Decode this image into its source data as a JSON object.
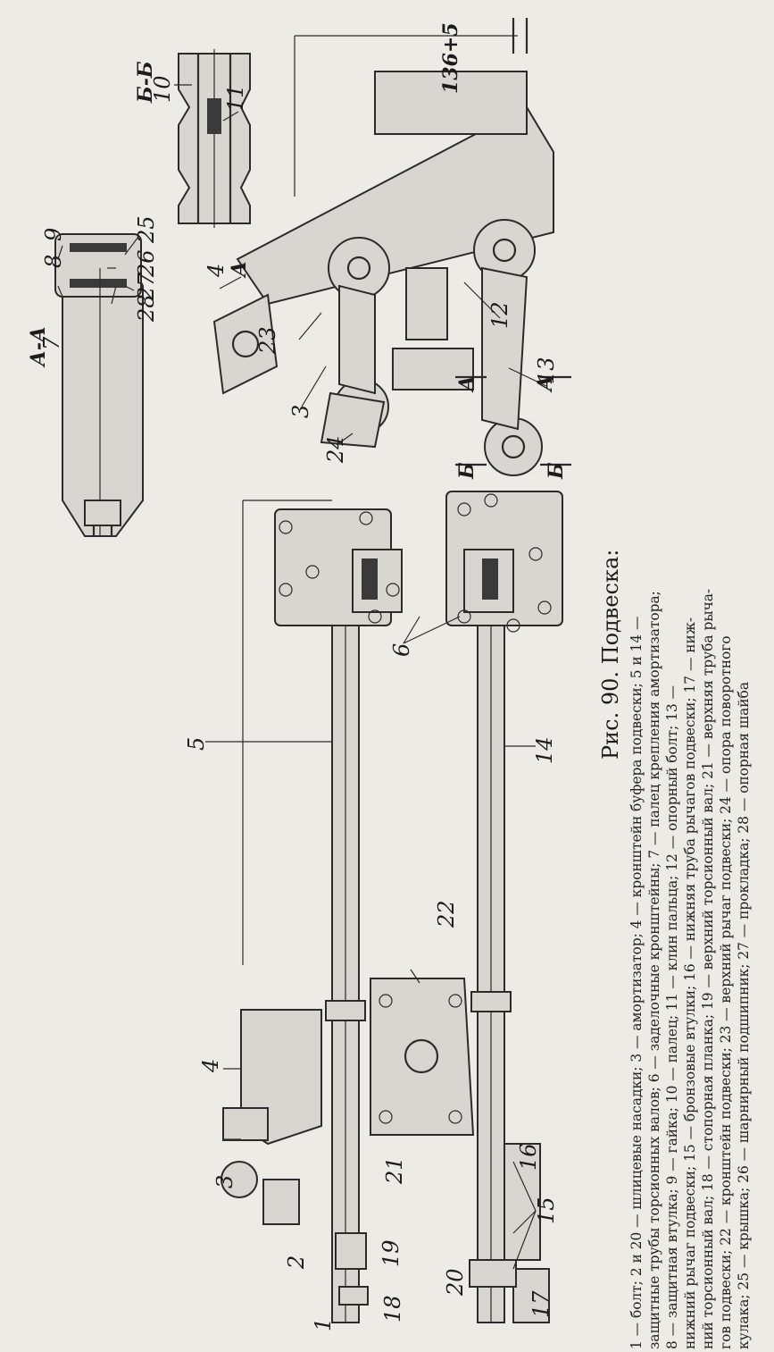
{
  "caption": {
    "title": "Рис. 90. Подвеска:",
    "legend_lines": [
      "1 — болт; 2 и 20 — шлицевые насадки; 3 — амортизатор; 4 — кронштейн буфера подвески; 5 и 14 —",
      "защитные трубы торсионных валов; 6 — заделочные кронштейны; 7 — палец крепления амортизатора;",
      "8 — защитная втулка; 9 — гайка; 10 — палец; 11 — клин пальца; 12 — опорный болт; 13 —",
      "нижний рычаг подвески; 15 — бронзовые втулки; 16 — нижняя труба рычагов подвески; 17 — ниж-",
      "ний торсионный вал; 18 — стопорная планка; 19 — верхний торсионный вал; 21 — верхняя труба рыча-",
      "гов подвески; 22 — кронштейн подвески; 23 — верхний рычаг подвески; 24 — опора поворотного",
      "кулака; 25 — крышка; 26 — шарнирный подшипник; 27 — прокладка; 28 — опорная шайба"
    ]
  },
  "section_labels": {
    "aa": "А-А",
    "bb": "Б-Б",
    "a_marker": "А",
    "b_marker": "Б",
    "dimension": "136+5"
  },
  "callouts": [
    "1",
    "2",
    "3",
    "4",
    "5",
    "6",
    "7",
    "8",
    "9",
    "10",
    "11",
    "12",
    "13",
    "14",
    "15",
    "16",
    "17",
    "18",
    "19",
    "20",
    "21",
    "22",
    "23",
    "24",
    "25",
    "26",
    "27",
    "28"
  ]
}
